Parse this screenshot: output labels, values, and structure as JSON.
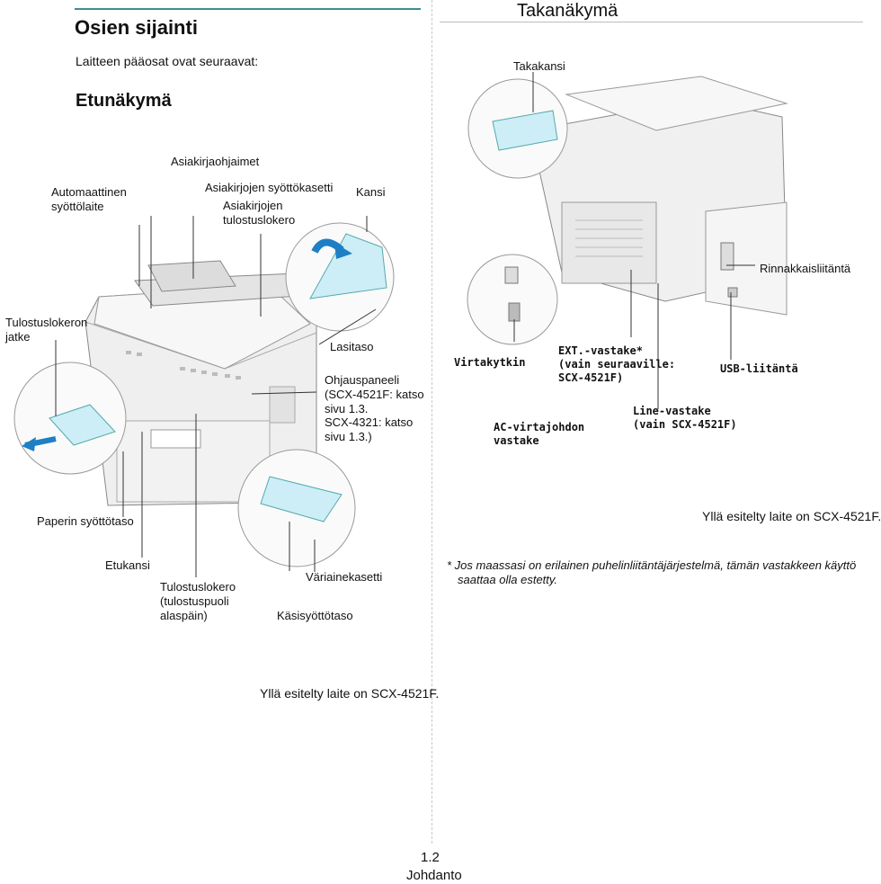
{
  "left": {
    "title": "Osien sijainti",
    "intro": "Laitteen pääosat ovat seuraavat:",
    "front_heading": "Etunäkymä",
    "labels": {
      "document_guides": "Asiakirjaohjaimet",
      "adf": [
        "Automaattinen",
        "syöttölaite"
      ],
      "doc_input_tray": "Asiakirjojen syöttökasetti",
      "doc_output_tray": [
        "Asiakirjojen",
        "tulostuslokero"
      ],
      "cover": "Kansi",
      "output_support": [
        "Tulostuslokeron",
        "jatke"
      ],
      "scan_glass": "Lasitaso",
      "control_panel": [
        "Ohjauspaneeli",
        "(SCX-4521F: katso",
        "sivu 1.3.",
        " SCX-4321: katso",
        "sivu 1.3.)"
      ],
      "paper_tray": "Paperin syöttötaso",
      "front_cover": "Etukansi",
      "output_tray": [
        "Tulostuslokero",
        "(tulostuspuoli",
        "alaspäin)"
      ],
      "toner": "Väriainekasetti",
      "manual_feeder": "Käsisyöttötaso"
    },
    "caption": "Yllä esitelty laite on SCX-4521F."
  },
  "right": {
    "rear_heading": "Takanäkymä",
    "labels": {
      "rear_cover": "Takakansi",
      "parallel": "Rinnakkaisliitäntä",
      "power_switch": "Virtakytkin",
      "ext_jack": [
        "EXT.-vastake*",
        "(vain seuraaville:",
        "SCX-4521F)"
      ],
      "usb": "USB-liitäntä",
      "line_jack": [
        "Line-vastake",
        "(vain SCX-4521F)"
      ],
      "ac_jack": [
        "AC-virtajohdon",
        "vastake"
      ]
    },
    "caption": "Yllä esitelty laite on SCX-4521F.",
    "footnote": [
      "* Jos maassasi on erilainen puhelinliitäntäjärjestelmä, tämän vastakkeen käyttö",
      "saattaa olla estetty."
    ]
  },
  "footer": {
    "page_number": "1.2",
    "section": "Johdanto"
  }
}
